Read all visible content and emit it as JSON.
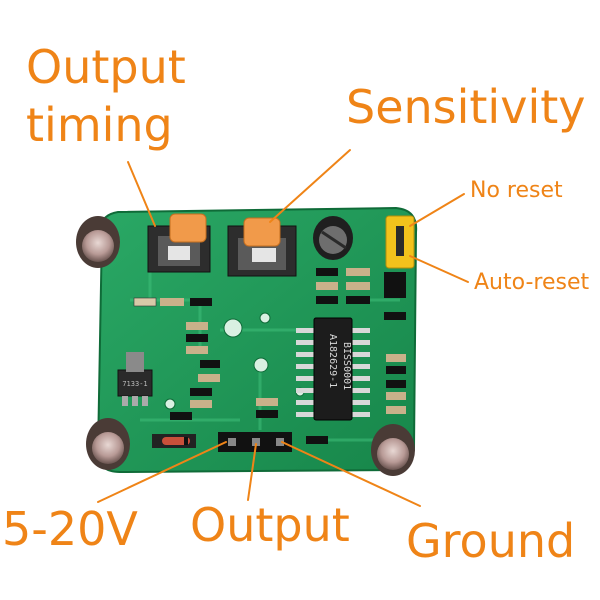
{
  "labels": {
    "output_timing_line1": "Output",
    "output_timing_line2": "timing",
    "sensitivity": "Sensitivity",
    "no_reset": "No reset",
    "auto_reset": "Auto-reset",
    "voltage": "5-20V",
    "output": "Output",
    "ground": "Ground"
  },
  "chip": {
    "line1": "BISS0001",
    "line2": "A182629-1"
  },
  "regulator": {
    "text": "7133-1"
  },
  "colors": {
    "label": "#ef8417",
    "board": "#1f9a58",
    "pot": "#f19a4a",
    "jumper": "#f2c21c"
  }
}
